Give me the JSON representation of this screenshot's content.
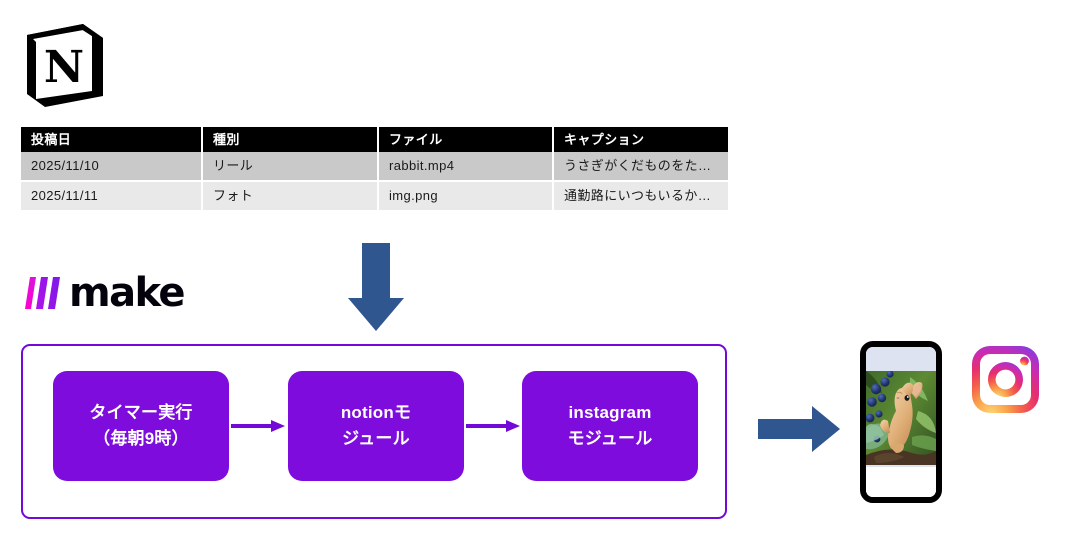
{
  "notion": {
    "logo_icon": "notion-cube-icon",
    "table": {
      "headers": [
        "投稿日",
        "種別",
        "ファイル",
        "キャプション"
      ],
      "rows": [
        {
          "date": "2025/11/10",
          "type": "リール",
          "file": "rabbit.mp4",
          "caption": "うさぎがくだものをた…"
        },
        {
          "date": "2025/11/11",
          "type": "フォト",
          "file": "img.png",
          "caption": "通勤路にいつもいるか…"
        }
      ]
    }
  },
  "down_arrow": {
    "icon": "arrow-down-icon",
    "color": "#30568f"
  },
  "make": {
    "wordmark": "make",
    "logo_icon": "make-slashes-icon",
    "colors": {
      "slash_1": "#f20fd0",
      "slash_2": "#a714e8",
      "slash_3": "#8b16ea",
      "wordmark": "#04020c"
    }
  },
  "scenario": {
    "border_color": "#7209d6",
    "module_color": "#7d0cdd",
    "modules": [
      {
        "name": "timer",
        "label_line_1": "タイマー実行",
        "label_line_2": "（毎朝9時）"
      },
      {
        "name": "notion",
        "label_line_1": "notionモ",
        "label_line_2": "ジュール"
      },
      {
        "name": "instagram",
        "label_line_1": "instagram",
        "label_line_2": "モジュール"
      }
    ],
    "connector_icon": "arrow-right-icon"
  },
  "result": {
    "arrow_icon": "arrow-right-icon",
    "arrow_color": "#30568f",
    "phone": {
      "icon": "smartphone-frame",
      "photo_alt": "rabbit-photo"
    },
    "instagram": {
      "icon": "instagram-logo-icon"
    }
  }
}
